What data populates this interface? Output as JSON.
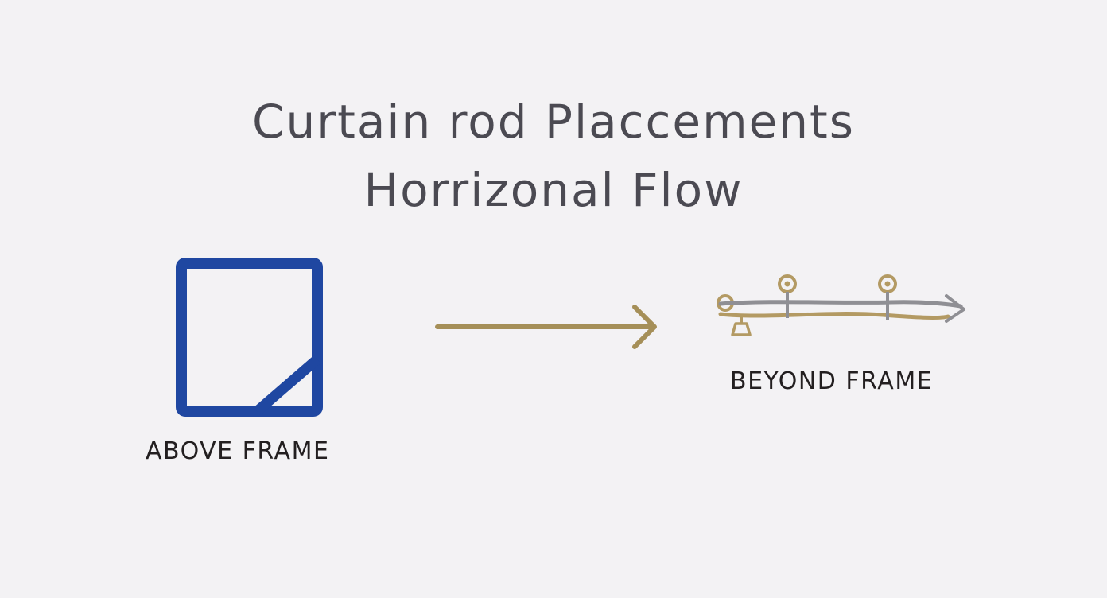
{
  "diagram": {
    "title_line1": "Curtain rod Placcements",
    "title_line2": "Horrizonal Flow",
    "label_left": "ABOVE FRAME",
    "label_right": "BEYOND FRAME"
  },
  "colors": {
    "background": "#f3f2f4",
    "title": "#4b4a52",
    "frame": "#1f47a1",
    "arrow": "#a58f58",
    "rod_gray": "#8f8f94",
    "rod_gold": "#b39a63",
    "label": "#231f20"
  },
  "icons": {
    "left": "window-frame-icon",
    "middle": "right-arrow-icon",
    "right": "curtain-rod-icon"
  }
}
